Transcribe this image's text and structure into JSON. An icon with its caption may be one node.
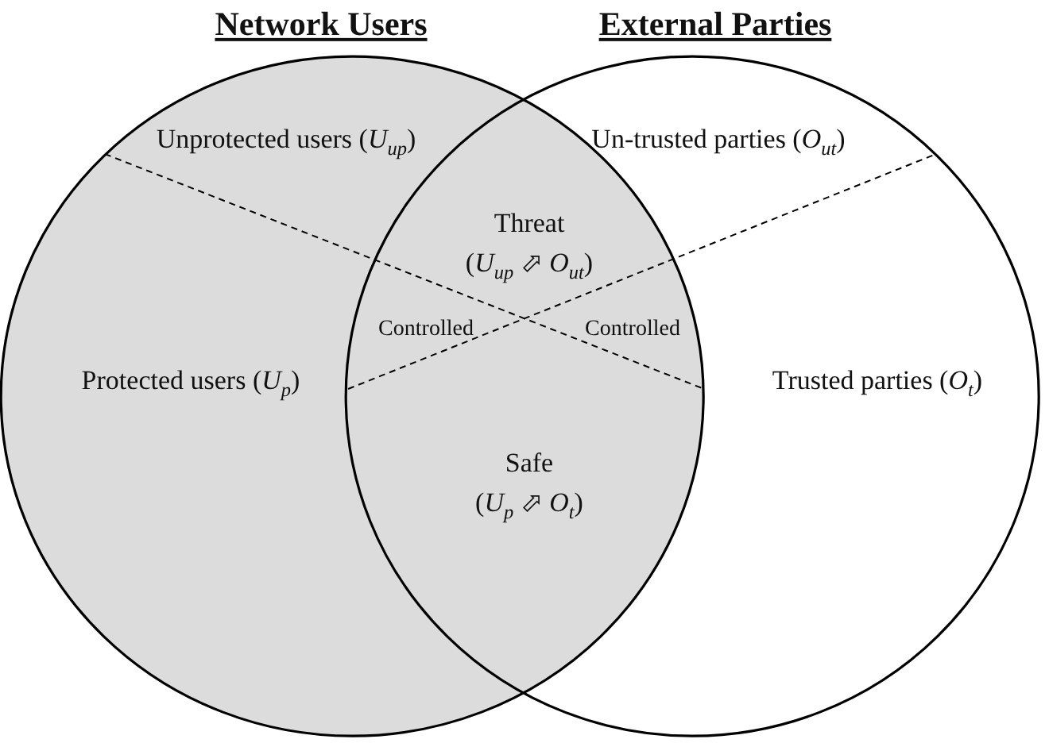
{
  "diagram": {
    "nodes": [
      {
        "text": [
          "Network Users",
          "Unprotected users (*U*$_{up}$)",
          "Protected users (*U*$_{p}$)"
        ]
      },
      {
        "text": [
          "External Parties",
          "Un-trusted parties (*O*$_{ut}$)",
          "Trusted parties (*O*$_{t}$)"
        ]
      }
    ],
    "labels": [
      "Threat",
      "(*U*$_{up}$ ⬀ *O*$_{ut}$)",
      "Controlled",
      "Controlled",
      "Safe",
      "(*U*$_{p}$ ⬀ *O*$_{t}$)"
    ]
  }
}
